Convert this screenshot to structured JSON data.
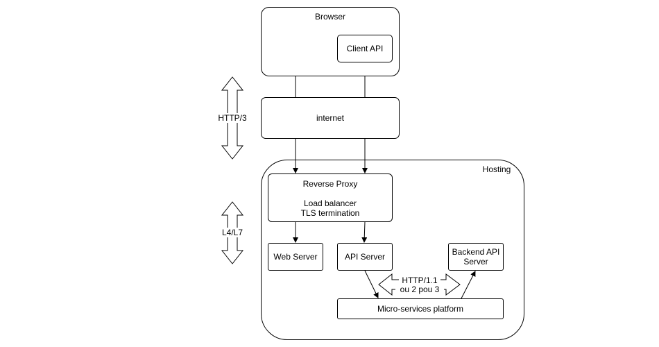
{
  "diagram": {
    "browser": {
      "title": "Browser",
      "client_api": "Client API"
    },
    "internet": {
      "label": "internet"
    },
    "hosting": {
      "title": "Hosting",
      "reverse_proxy": {
        "title": "Reverse Proxy",
        "line1": "Load balancer",
        "line2": "TLS termination"
      },
      "web_server": "Web Server",
      "api_server": "API Server",
      "backend_api_server": {
        "line1": "Backend API",
        "line2": "Server"
      },
      "microservices": "Micro-services platform"
    },
    "protocols": {
      "http3": "HTTP/3",
      "l4l7": "L4/L7",
      "internal_line1": "HTTP/1.1",
      "internal_line2": "ou 2 pou 3"
    }
  }
}
